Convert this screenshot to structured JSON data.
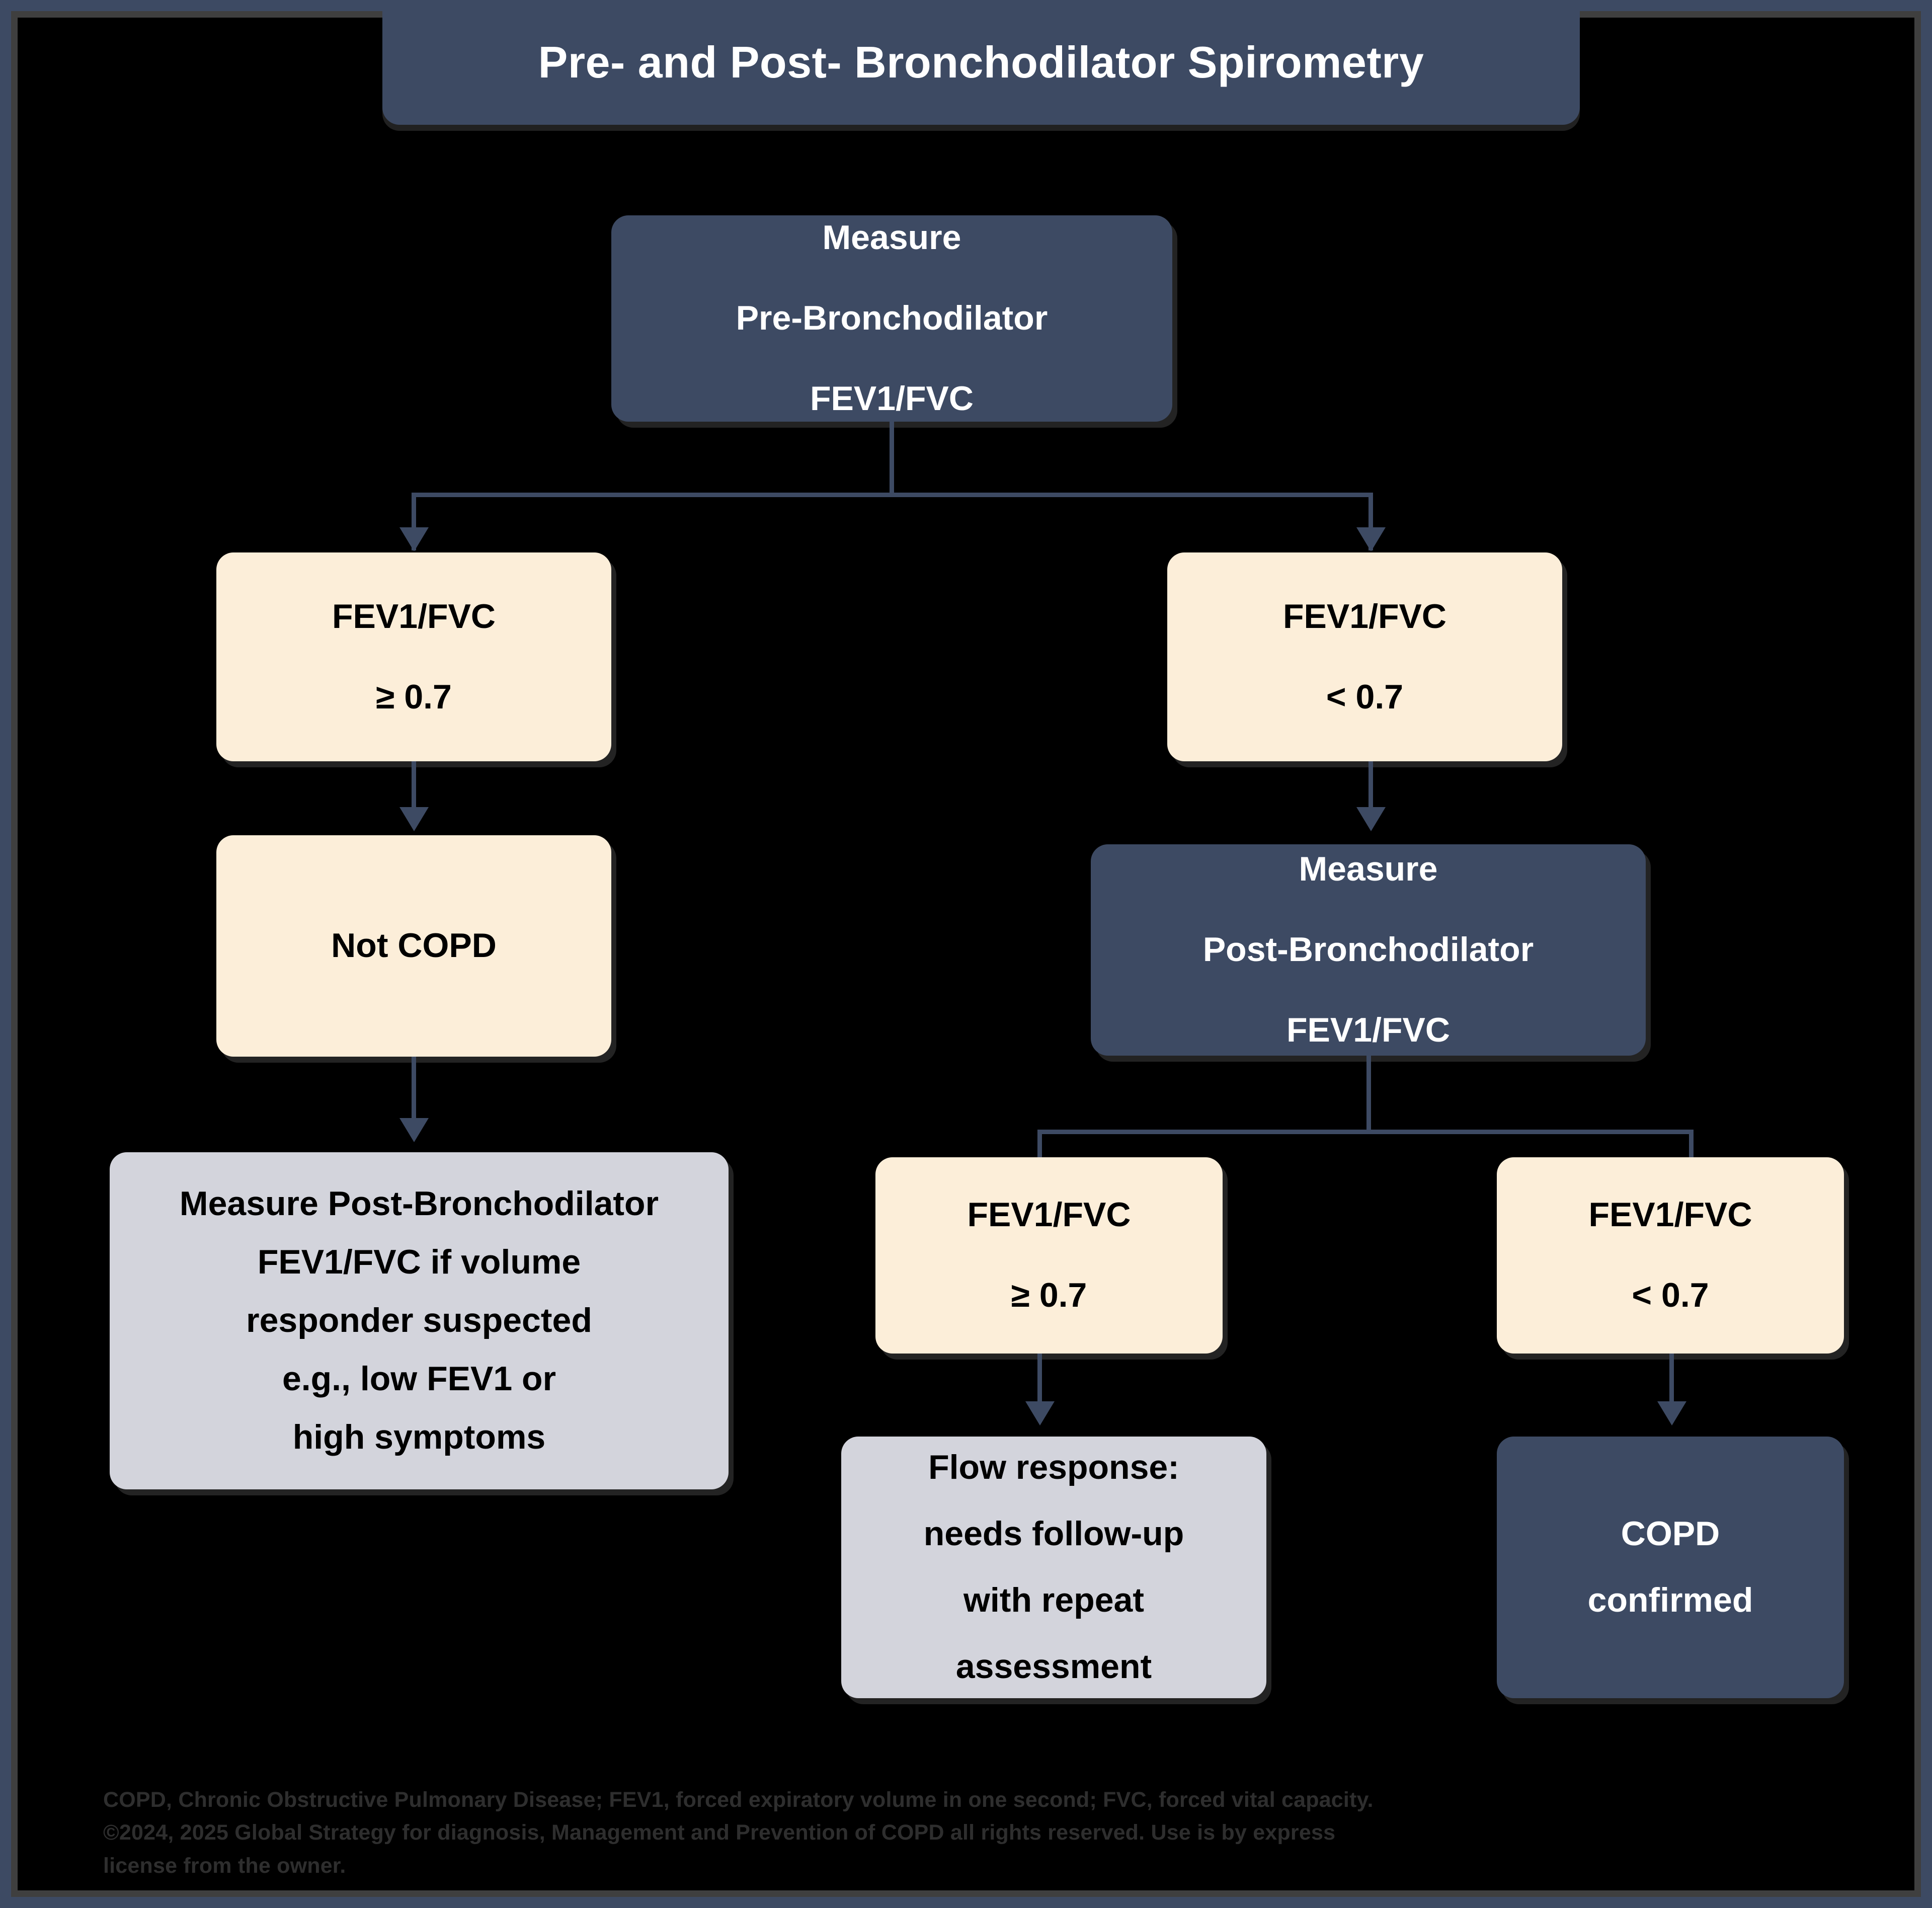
{
  "header": {
    "title": "Pre- and Post- Bronchodilator Spirometry"
  },
  "colors": {
    "dark_node": "#3d4a63",
    "cream_node": "#fceed9",
    "grey_node": "#d3d4dc",
    "frame": "#3d4a63",
    "background": "#000000",
    "connector": "#3d4a63",
    "footer_text": "#2e2e2e"
  },
  "nodes": {
    "pre_bd": {
      "style": "dark",
      "lines": [
        "Measure",
        "Pre-Bronchodilator",
        "FEV1/FVC"
      ]
    },
    "pre_ratio_ge": {
      "style": "cream",
      "lines": [
        "FEV1/FVC",
        "≥ 0.7"
      ]
    },
    "pre_ratio_lt": {
      "style": "cream",
      "lines": [
        "FEV1/FVC",
        "< 0.7"
      ]
    },
    "not_copd": {
      "style": "cream",
      "lines": [
        "Not COPD"
      ]
    },
    "post_bd": {
      "style": "dark",
      "lines": [
        "Measure",
        "Post-Bronchodilator",
        "FEV1/FVC"
      ]
    },
    "volume_responder": {
      "style": "grey",
      "lines": [
        "Measure Post-Bronchodilator",
        "FEV1/FVC if volume",
        "responder suspected",
        "e.g., low FEV1 or",
        "high symptoms"
      ]
    },
    "post_ratio_ge": {
      "style": "cream",
      "lines": [
        "FEV1/FVC",
        "≥ 0.7"
      ]
    },
    "post_ratio_lt": {
      "style": "cream",
      "lines": [
        "FEV1/FVC",
        "< 0.7"
      ]
    },
    "flow_response": {
      "style": "grey",
      "lines": [
        "Flow response:",
        "needs follow-up",
        "with repeat",
        "assessment"
      ]
    },
    "copd_confirmed": {
      "style": "dark",
      "lines": [
        "COPD",
        "confirmed"
      ]
    }
  },
  "footer": {
    "line1": "COPD, Chronic Obstructive Pulmonary Disease; FEV1, forced expiratory volume in one second; FVC, forced vital capacity.",
    "line2": "©2024, 2025 Global Strategy for diagnosis, Management and Prevention of COPD all rights reserved. Use is by express",
    "line3": "license from the owner."
  },
  "chart_data": {
    "type": "flowchart",
    "title": "Pre- and Post- Bronchodilator Spirometry",
    "nodes": [
      {
        "id": "pre_bd",
        "label": "Measure Pre-Bronchodilator FEV1/FVC",
        "style": "dark",
        "level": 0
      },
      {
        "id": "pre_ratio_ge",
        "label": "FEV1/FVC ≥ 0.7",
        "style": "cream",
        "level": 1
      },
      {
        "id": "pre_ratio_lt",
        "label": "FEV1/FVC < 0.7",
        "style": "cream",
        "level": 1
      },
      {
        "id": "not_copd",
        "label": "Not COPD",
        "style": "cream",
        "level": 2
      },
      {
        "id": "post_bd",
        "label": "Measure Post-Bronchodilator FEV1/FVC",
        "style": "dark",
        "level": 2
      },
      {
        "id": "volume_responder",
        "label": "Measure Post-Bronchodilator FEV1/FVC if volume responder suspected e.g., low FEV1 or high symptoms",
        "style": "grey",
        "level": 3
      },
      {
        "id": "post_ratio_ge",
        "label": "FEV1/FVC ≥ 0.7",
        "style": "cream",
        "level": 3
      },
      {
        "id": "post_ratio_lt",
        "label": "FEV1/FVC < 0.7",
        "style": "cream",
        "level": 3
      },
      {
        "id": "flow_response",
        "label": "Flow response: needs follow-up with repeat assessment",
        "style": "grey",
        "level": 4
      },
      {
        "id": "copd_confirmed",
        "label": "COPD confirmed",
        "style": "dark",
        "level": 4
      }
    ],
    "edges": [
      {
        "from": "pre_bd",
        "to": "pre_ratio_ge"
      },
      {
        "from": "pre_bd",
        "to": "pre_ratio_lt"
      },
      {
        "from": "pre_ratio_ge",
        "to": "not_copd"
      },
      {
        "from": "pre_ratio_lt",
        "to": "post_bd"
      },
      {
        "from": "not_copd",
        "to": "volume_responder"
      },
      {
        "from": "post_bd",
        "to": "post_ratio_ge"
      },
      {
        "from": "post_bd",
        "to": "post_ratio_lt"
      },
      {
        "from": "post_ratio_ge",
        "to": "flow_response"
      },
      {
        "from": "post_ratio_lt",
        "to": "copd_confirmed"
      }
    ]
  }
}
